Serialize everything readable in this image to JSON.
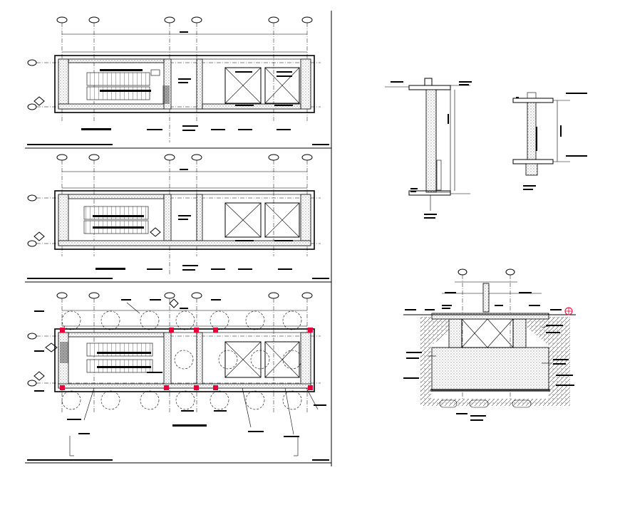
{
  "drawing": {
    "sheet_width_label": "",
    "plans": [
      {
        "id": "plan-top"
      },
      {
        "id": "plan-middle"
      },
      {
        "id": "plan-bottom"
      }
    ],
    "sections": [
      {
        "id": "section-wall-a"
      },
      {
        "id": "section-wall-b"
      },
      {
        "id": "section-footing"
      }
    ],
    "colors": {
      "line": "#000000",
      "marker": "#e8003a",
      "background": "#ffffff"
    }
  }
}
